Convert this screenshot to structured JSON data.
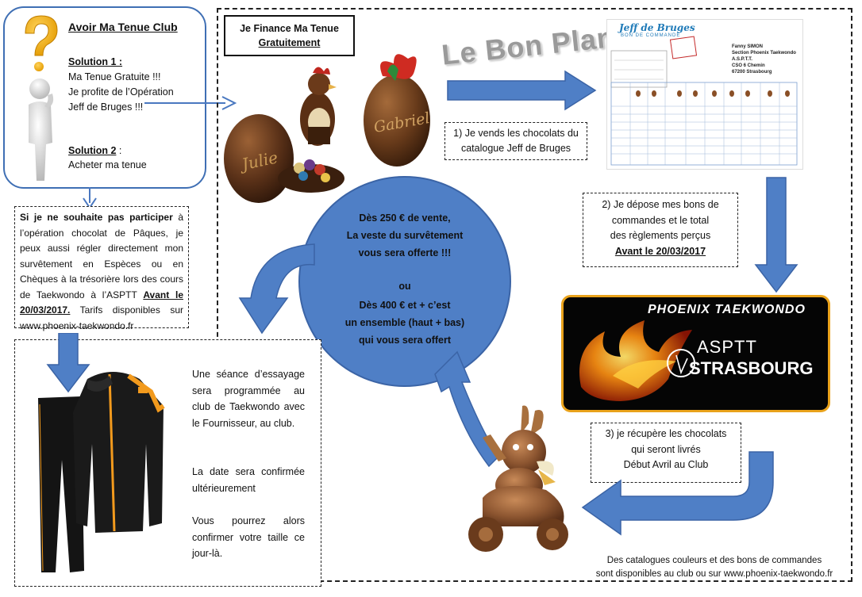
{
  "tenue": {
    "title": "Avoir Ma Tenue Club",
    "solution1_heading": "Solution 1 :",
    "solution1_lines": [
      "Ma Tenue Gratuite !!!",
      "Je  profite de l’Opération",
      "Jeff de Bruges !!!"
    ],
    "solution2_heading": "Solution 2",
    "solution2_colon": " :",
    "solution2_lines": [
      "Acheter ma tenue"
    ]
  },
  "alternative": {
    "bold_intro": "Si je ne souhaite pas participer",
    "text_1": " à l’opération chocolat de Pâques, je peux aussi régler directement mon survêtement en Espèces ou en Chèques à la trésorière lors des cours de Taekwondo à l’ASPTT ",
    "deadline": "Avant le 20/03/2017.",
    "text_2": " Tarifs disponibles sur www.phoenix-taekwondo.fr"
  },
  "finance": {
    "line1": "Je Finance Ma Tenue",
    "line2": "Gratuitement"
  },
  "bon_plan": "Le Bon Plan !",
  "step1": {
    "lines": [
      "1) Je vends les chocolats du",
      "catalogue Jeff de Bruges"
    ]
  },
  "step2": {
    "lines": [
      "2) Je dépose mes bons de",
      "commandes et le total",
      "des règlements perçus"
    ],
    "deadline": "Avant le 20/03/2017"
  },
  "step3": {
    "lines": [
      "3) je récupère les chocolats",
      "qui seront livrés",
      "Début Avril au Club"
    ]
  },
  "offer": {
    "block1": [
      "Dès 250 € de vente,",
      "La veste du survêtement",
      "vous sera offerte !!!"
    ],
    "or": "ou",
    "block2": [
      "Dès 400 € et + c’est",
      "un ensemble (haut + bas)",
      "qui vous sera offert"
    ]
  },
  "fitting": {
    "p1": "Une séance d’essayage sera programmée au club de Taekwondo avec le Fournisseur, au club.",
    "p2": "La date sera confirmée ultérieurement",
    "p3": "Vous pourrez alors confirmer votre taille ce jour-là."
  },
  "catalog_note": [
    "Des catalogues couleurs et des bons de commandes",
    "sont disponibles au club ou sur www.phoenix-taekwondo.fr"
  ],
  "phoenix": {
    "title": "PHOENIX TAEKWONDO",
    "asptt": "ASPTT",
    "city": "STRASBOURG"
  },
  "order_form": {
    "brand": "Jeff de Bruges",
    "subtitle": "BON DE COMMANDE",
    "contact": [
      "Fanny SIMON",
      "Section Phoenix Taekwondo",
      "A.S.P.T.T.",
      "CSO 6 Chemin",
      "67200 Strasbourg"
    ]
  },
  "eggs": {
    "egg1": "Julie",
    "egg2": "Gabriel"
  },
  "colors": {
    "accent_blue": "#4f7fc6",
    "frame_blue": "#3f6fb4",
    "phoenix_gold": "#e9a21b"
  }
}
